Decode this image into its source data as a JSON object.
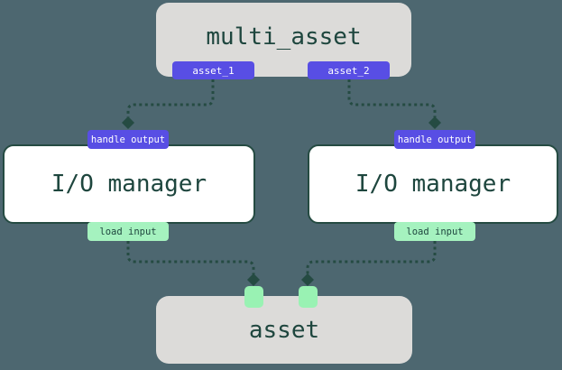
{
  "diagram": {
    "title_node": {
      "label": "multi_asset"
    },
    "output_tags": [
      {
        "label": "asset_1"
      },
      {
        "label": "asset_2"
      }
    ],
    "io_managers": [
      {
        "label": "I/O manager",
        "input_tag": "handle output",
        "output_tag": "load input"
      },
      {
        "label": "I/O manager",
        "input_tag": "handle output",
        "output_tag": "load input"
      }
    ],
    "asset_node": {
      "label": "asset"
    },
    "edges": [
      {
        "from": "multi_asset.asset_1",
        "to": "io-manager-left.handle-output"
      },
      {
        "from": "multi_asset.asset_2",
        "to": "io-manager-right.handle-output"
      },
      {
        "from": "io-manager-left.load-input",
        "to": "asset.input-port-left"
      },
      {
        "from": "io-manager-right.load-input",
        "to": "asset.input-port-right"
      }
    ]
  },
  "colors": {
    "background": "#4d6770",
    "node_fill_gray": "#dcdbd9",
    "node_fill_white": "#ffffff",
    "node_border_dark": "#254b42",
    "text_dark": "#1e463e",
    "tag_purple": "#584ee4",
    "tag_text_light": "#ffffff",
    "tag_green": "#a5f2bf",
    "port_green": "#99f2b3",
    "edge_color": "#254b42"
  }
}
